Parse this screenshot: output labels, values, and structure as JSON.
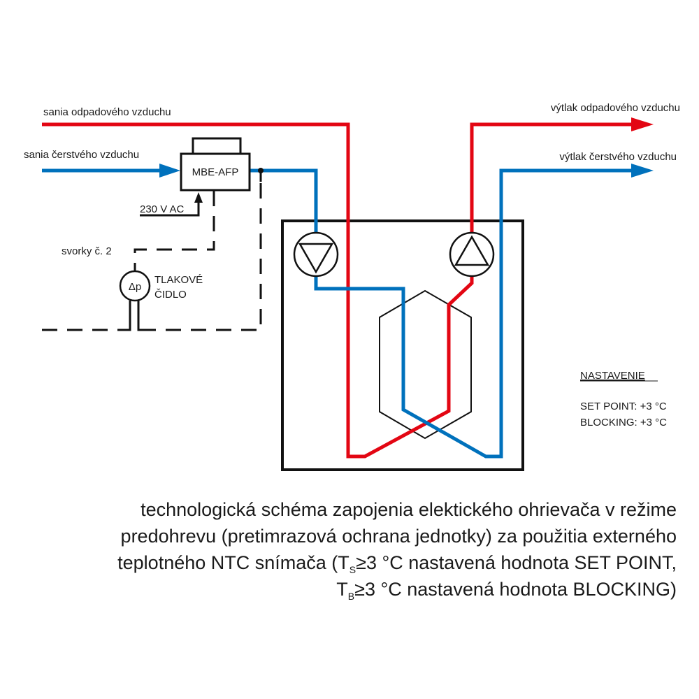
{
  "labels": {
    "waste_intake": "sania odpadového vzduchu",
    "fresh_intake": "sania čerstvého vzduchu",
    "waste_exhaust": "výtlak odpadového vzduchu",
    "fresh_exhaust": "výtlak čerstvého vzduchu",
    "controller": "MBE-AFP",
    "power": "230 V AC",
    "terminals": "svorky č. 2",
    "sensor_symbol": "Δp",
    "sensor_line1": "TLAKOVÉ",
    "sensor_line2": "ČIDLO"
  },
  "settings": {
    "title": "NASTAVENIE",
    "set_point": "SET POINT:  +3 °C",
    "blocking": "BLOCKING: +3 °C"
  },
  "caption": {
    "line1": "technologická schéma zapojenia elektického ohrievača v režime",
    "line2": "predohrevu (pretimrazová ochrana jednotky) za použitia externého",
    "line3_a": "teplotného NTC snímača (T",
    "line3_sub": "S",
    "line3_b": "≥3 °C nastavená hodnota SET POINT,",
    "line4_a": "T",
    "line4_sub": "B",
    "line4_b": "≥3 °C  nastavená hodnota BLOCKING)"
  },
  "colors": {
    "warm": "#e30613",
    "cold": "#0071bc"
  }
}
